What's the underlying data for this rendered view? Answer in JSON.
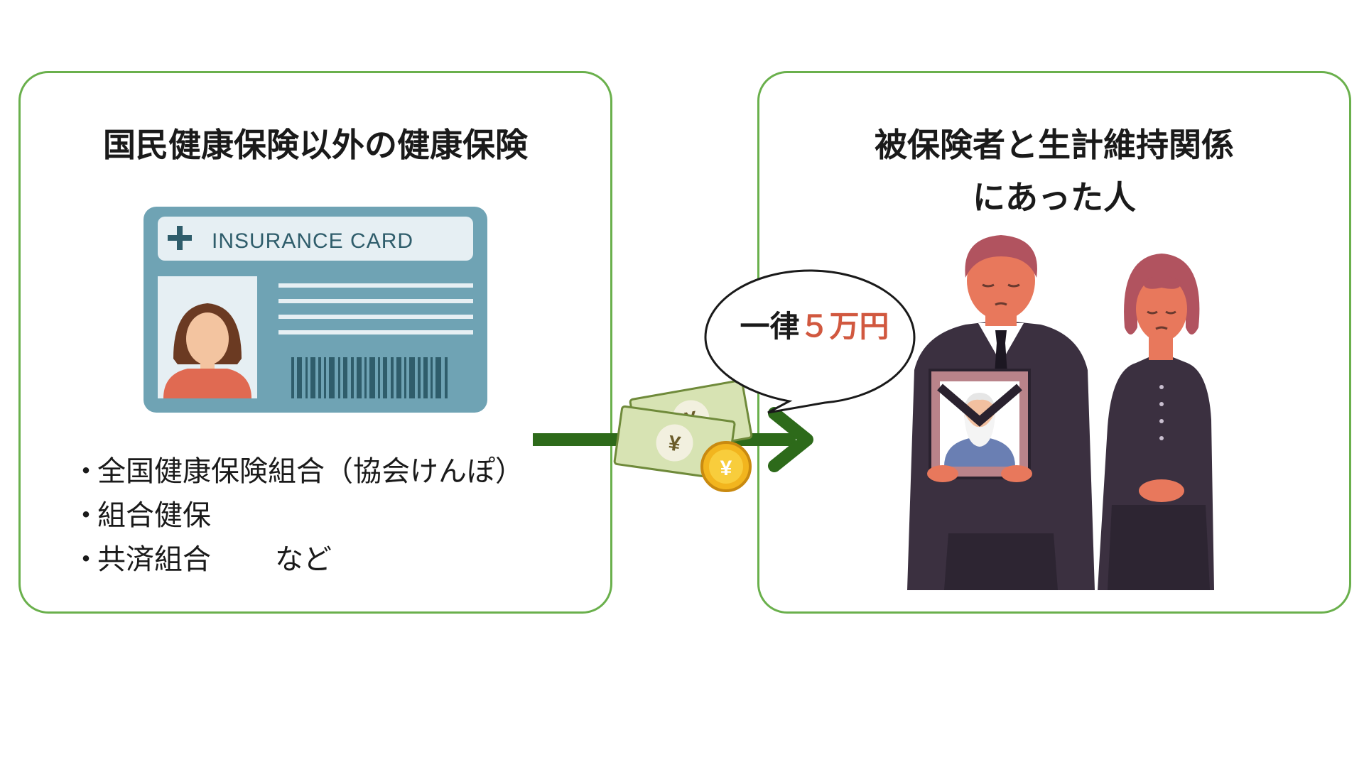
{
  "left_panel": {
    "title": "国民健康保険以外の健康保険",
    "card_header": "INSURANCE  CARD",
    "items": [
      {
        "marker": "・",
        "text": "全国健康保険組合（協会けんぽ）",
        "suffix": ""
      },
      {
        "marker": "・",
        "text": "組合健保",
        "suffix": ""
      },
      {
        "marker": "・",
        "text": "共済組合",
        "suffix": "など"
      }
    ]
  },
  "right_panel": {
    "title_line1": "被保険者と生計維持関係",
    "title_line2": "にあった人"
  },
  "bubble": {
    "prefix": "一律",
    "amount": "５万円"
  },
  "colors": {
    "panel_border": "#6ab04c",
    "arrow": "#2d6a1a",
    "amount_text": "#d1583f",
    "card_body": "#6fa3b4",
    "suit": "#3b3040"
  },
  "icons": {
    "card": "insurance-card-icon",
    "money": "yen-bills-and-coin-icon",
    "arrow": "right-arrow-icon",
    "people": "mourning-family-icon"
  }
}
